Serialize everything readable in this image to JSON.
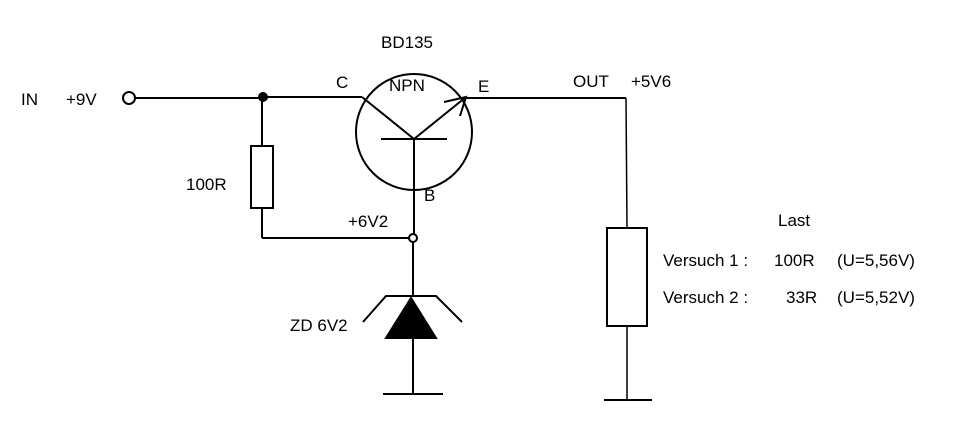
{
  "labels": {
    "in": "IN",
    "in_voltage": "+9V",
    "transistor_type": "BD135",
    "npn": "NPN",
    "collector": "C",
    "emitter": "E",
    "base": "B",
    "out": "OUT",
    "out_voltage": "+5V6",
    "resistor": "100R",
    "base_voltage": "+6V2",
    "zener": "ZD 6V2",
    "load_title": "Last",
    "test1_label": "Versuch 1 :",
    "test1_value": "100R",
    "test1_result": "(U=5,56V)",
    "test2_label": "Versuch 2 :",
    "test2_value": "33R",
    "test2_result": "(U=5,52V)"
  }
}
